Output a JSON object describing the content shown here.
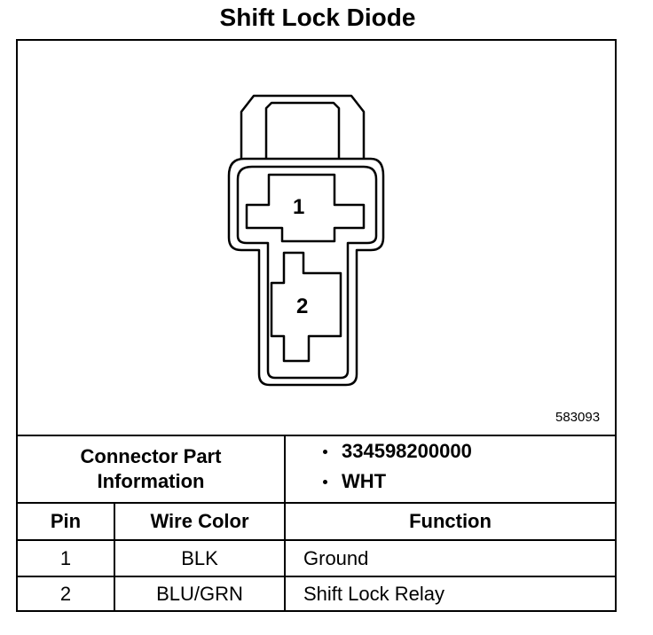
{
  "title": "Shift Lock Diode",
  "diagram": {
    "pins": [
      "1",
      "2"
    ],
    "figure_id": "583093"
  },
  "connector": {
    "label": "Connector Part Information",
    "label_line1": "Connector Part",
    "label_line2": "Information",
    "details": [
      "334598200000",
      "WHT"
    ]
  },
  "table": {
    "headers": [
      "Pin",
      "Wire Color",
      "Function"
    ],
    "rows": [
      [
        "1",
        "BLK",
        "Ground"
      ],
      [
        "2",
        "BLU/GRN",
        "Shift Lock Relay"
      ]
    ]
  }
}
